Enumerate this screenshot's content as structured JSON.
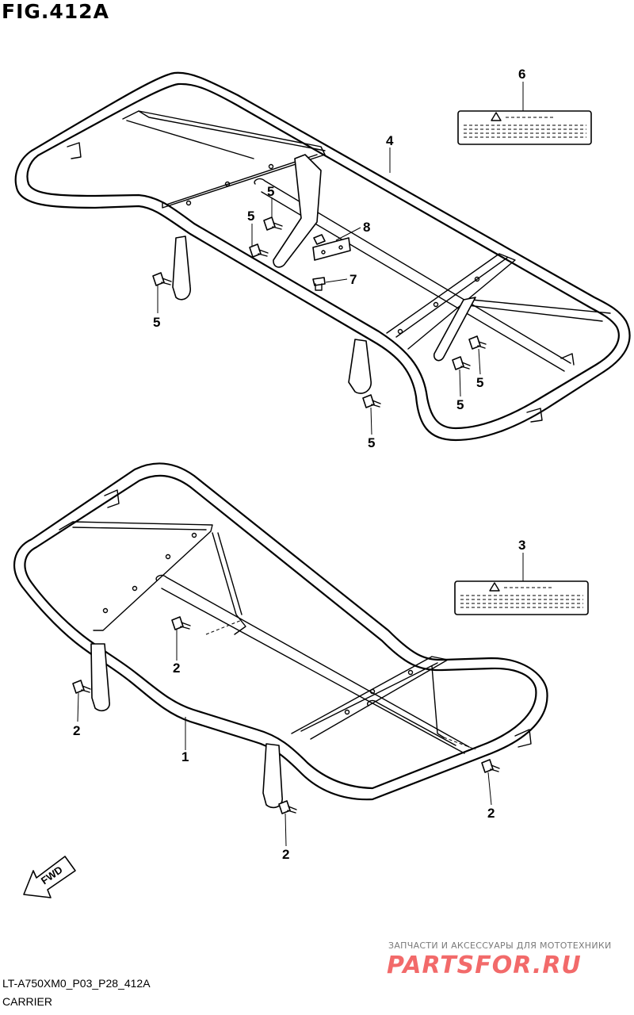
{
  "figure": {
    "title": "FIG.412A",
    "code": "LT-A750XM0_P03_P28_412A",
    "name": "CARRIER"
  },
  "callouts": {
    "c6": "6",
    "c4": "4",
    "c8": "8",
    "c7": "7",
    "c5a": "5",
    "c5b": "5",
    "c5c": "5",
    "c5d": "5",
    "c5e": "5",
    "c5f": "5",
    "c3": "3",
    "c1": "1",
    "c2a": "2",
    "c2b": "2",
    "c2c": "2",
    "c2d": "2"
  },
  "fwd_label": "FWD",
  "watermark": {
    "tagline": "ЗАПЧАСТИ И АКСЕССУАРЫ ДЛЯ МОТОТЕХНИКИ",
    "brand": "PARTSFOR.RU"
  }
}
